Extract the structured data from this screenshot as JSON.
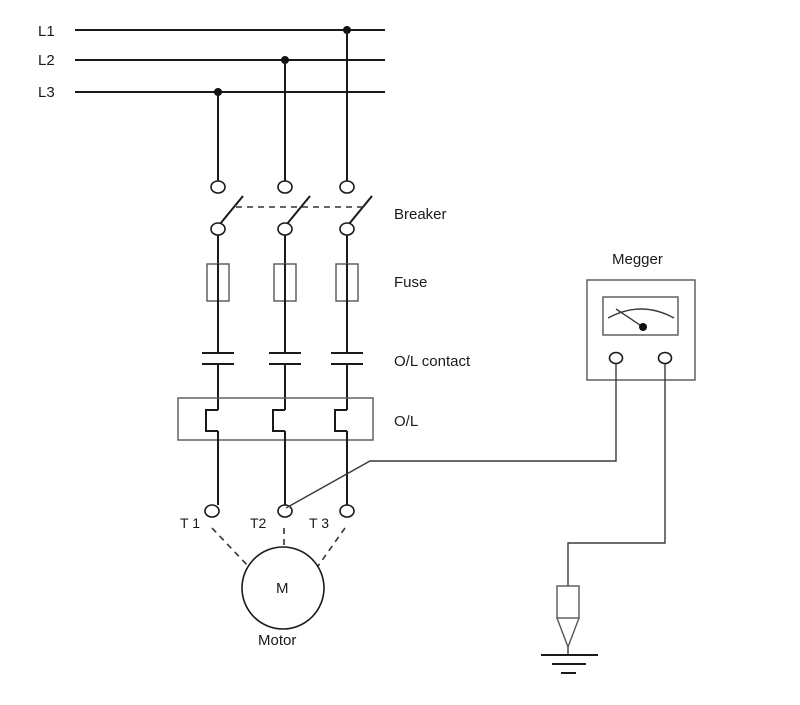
{
  "lines": {
    "l1": "L1",
    "l2": "L2",
    "l3": "L3"
  },
  "labels": {
    "breaker": "Breaker",
    "fuse": "Fuse",
    "ol_contact": "O/L contact",
    "ol": "O/L",
    "megger": "Megger",
    "motor": "Motor",
    "motor_symbol": "M"
  },
  "terminals": {
    "t1": "T 1",
    "t2": "T2",
    "t3": "T 3"
  }
}
